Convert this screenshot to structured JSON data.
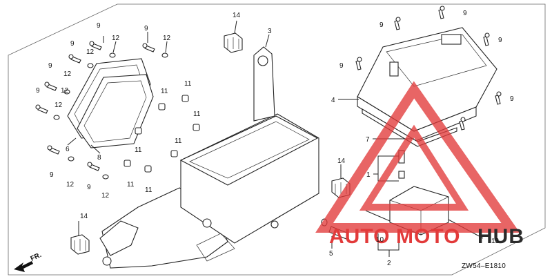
{
  "diagram": {
    "code": "ZW54–E1810",
    "direction_label": "FR.",
    "watermark": {
      "text_left": "AUTO",
      "text_mid": "MOTO",
      "text_right": "HUB",
      "color_red": "#e23a3a",
      "color_dark": "#2b2b2b"
    },
    "callouts": [
      "9",
      "12",
      "9",
      "12",
      "12",
      "9",
      "12",
      "9",
      "12",
      "9",
      "12",
      "6",
      "8",
      "9",
      "12",
      "9",
      "12",
      "11",
      "11",
      "11",
      "11",
      "11",
      "11",
      "11",
      "14",
      "3",
      "9",
      "9",
      "9",
      "9",
      "4",
      "9",
      "7",
      "1",
      "14",
      "14",
      "5",
      "10",
      "2",
      "13"
    ]
  }
}
